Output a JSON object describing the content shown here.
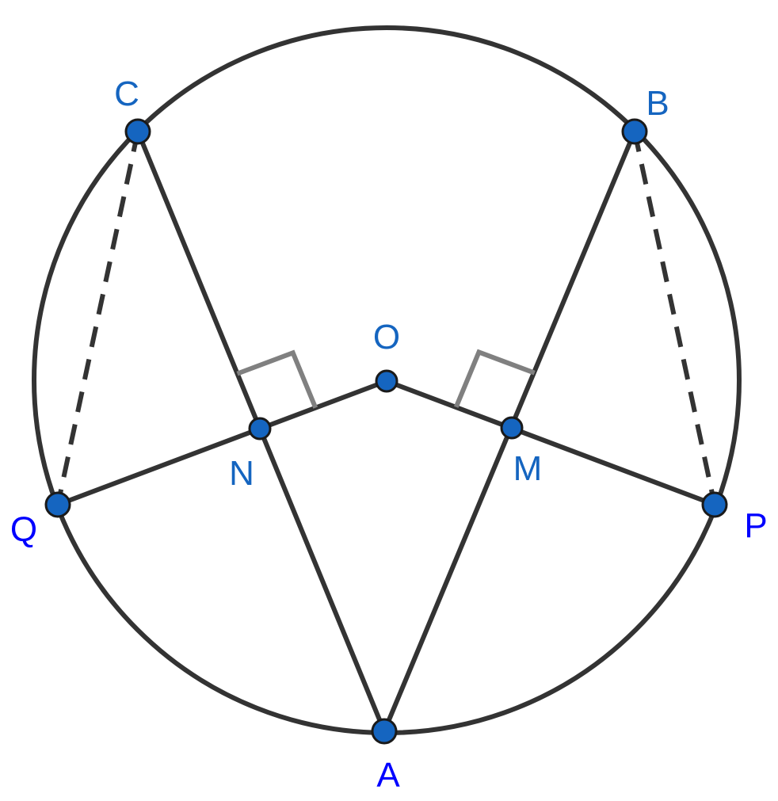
{
  "points": [
    {
      "id": "O",
      "label": "O",
      "size": "small"
    },
    {
      "id": "A",
      "label": "A",
      "size": "large"
    },
    {
      "id": "B",
      "label": "B",
      "size": "large"
    },
    {
      "id": "C",
      "label": "C",
      "size": "large"
    },
    {
      "id": "P",
      "label": "P",
      "size": "large"
    },
    {
      "id": "Q",
      "label": "Q",
      "size": "large"
    },
    {
      "id": "M",
      "label": "M",
      "size": "small"
    },
    {
      "id": "N",
      "label": "N",
      "size": "small"
    }
  ],
  "segments": [
    {
      "from": "C",
      "to": "A",
      "style": "solid"
    },
    {
      "from": "B",
      "to": "A",
      "style": "solid"
    },
    {
      "from": "O",
      "to": "Q",
      "style": "solid"
    },
    {
      "from": "O",
      "to": "P",
      "style": "solid"
    },
    {
      "from": "C",
      "to": "Q",
      "style": "dashed"
    },
    {
      "from": "B",
      "to": "P",
      "style": "dashed"
    }
  ],
  "right_angles": [
    {
      "at": "N",
      "between": [
        "C",
        "O"
      ]
    },
    {
      "at": "M",
      "between": [
        "B",
        "O"
      ]
    }
  ],
  "colors": {
    "line": "#333333",
    "right_angle_mark": "#808080",
    "point_fill": "#1565c0",
    "label_dark": "#1565c0",
    "label_bright": "#0000ff"
  }
}
